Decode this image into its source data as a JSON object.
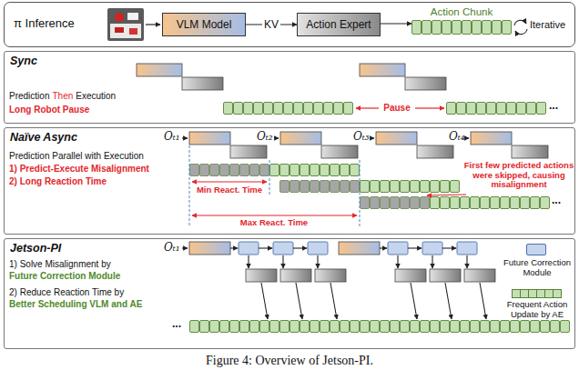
{
  "diagram": {
    "caption": "Figure 4: Overview of Jetson-PI.",
    "nodes": [
      {
        "text": [
          "π Inference"
        ]
      },
      {
        "text": [
          "VLM Model"
        ],
        "in": 0
      },
      {
        "text": [
          "Action Expert"
        ],
        "in": 0
      },
      {
        "text": [
          "Action Chunk"
        ],
        "in": 0
      },
      {
        "text": [
          "Sync"
        ]
      },
      {
        "text": [
          "Naïve Async"
        ]
      },
      {
        "text": [
          "Jetson-PI"
        ]
      }
    ],
    "edges": [
      {
        "from": 1,
        "to": 2,
        "label": "KV",
        "arrow": "to"
      },
      {
        "from": 2,
        "to": 3,
        "arrow": "to"
      }
    ],
    "labels": [
      "Iterative",
      "Prediction",
      "Then",
      "Execution",
      "Long Robot Pause",
      "Pause",
      "...",
      "Oₜ₁",
      "Oₜ₂",
      "Oₜ₃",
      "Oₜ₄",
      "Prediction Parallel with Execution",
      "1) Predict-Execute Misalignment",
      "2) Long Reaction Time",
      "Min React. Time",
      "Max React. Time",
      "First few predicted actions were skipped, causing misalignment",
      "...",
      "Oₜ₁",
      "1) Solve Misalignment by",
      "Future Correction Module",
      "2) Reduce Reaction Time by",
      "Better Scheduling VLM and AE",
      "..."
    ],
    "legend": [
      {
        "text": "Future Correction Module",
        "color": "#c5d5ee"
      },
      {
        "text": "Frequent Action Update by AE",
        "color": "#c5e0b4"
      }
    ]
  }
}
